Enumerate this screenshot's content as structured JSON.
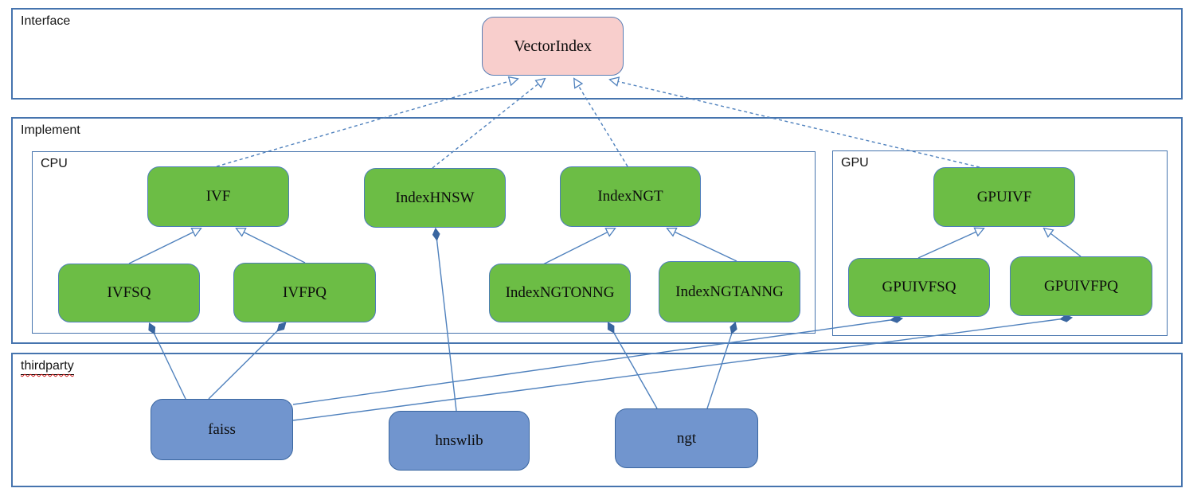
{
  "diagram": {
    "containers": {
      "interface": {
        "label": "Interface"
      },
      "implement": {
        "label": "Implement"
      },
      "cpu": {
        "label": "CPU"
      },
      "gpu": {
        "label": "GPU"
      },
      "thirdparty": {
        "label": "thirdparty"
      }
    },
    "nodes": {
      "vectorindex": {
        "label": "VectorIndex",
        "type": "interface"
      },
      "ivf": {
        "label": "IVF",
        "type": "cpu-implementation"
      },
      "indexhnsw": {
        "label": "IndexHNSW",
        "type": "cpu-implementation"
      },
      "indexngt": {
        "label": "IndexNGT",
        "type": "cpu-implementation"
      },
      "ivfsq": {
        "label": "IVFSQ",
        "type": "cpu-implementation"
      },
      "ivfpq": {
        "label": "IVFPQ",
        "type": "cpu-implementation"
      },
      "indexngtonng": {
        "label": "IndexNGTONNG",
        "type": "cpu-implementation"
      },
      "indexngtanng": {
        "label": "IndexNGTANNG",
        "type": "cpu-implementation"
      },
      "gpuivf": {
        "label": "GPUIVF",
        "type": "gpu-implementation"
      },
      "gpuivfsq": {
        "label": "GPUIVFSQ",
        "type": "gpu-implementation"
      },
      "gpuivfpq": {
        "label": "GPUIVFPQ",
        "type": "gpu-implementation"
      },
      "faiss": {
        "label": "faiss",
        "type": "thirdparty-library"
      },
      "hnswlib": {
        "label": "hnswlib",
        "type": "thirdparty-library"
      },
      "ngt": {
        "label": "ngt",
        "type": "thirdparty-library"
      }
    },
    "edges": [
      {
        "from": "ivf",
        "to": "vectorindex",
        "type": "realization-dashed-hollow-arrow"
      },
      {
        "from": "indexhnsw",
        "to": "vectorindex",
        "type": "realization-dashed-hollow-arrow"
      },
      {
        "from": "indexngt",
        "to": "vectorindex",
        "type": "realization-dashed-hollow-arrow"
      },
      {
        "from": "gpuivf",
        "to": "vectorindex",
        "type": "realization-dashed-hollow-arrow"
      },
      {
        "from": "ivfsq",
        "to": "ivf",
        "type": "generalization-hollow-arrow"
      },
      {
        "from": "ivfpq",
        "to": "ivf",
        "type": "generalization-hollow-arrow"
      },
      {
        "from": "indexngtonng",
        "to": "indexngt",
        "type": "generalization-hollow-arrow"
      },
      {
        "from": "indexngtanng",
        "to": "indexngt",
        "type": "generalization-hollow-arrow"
      },
      {
        "from": "gpuivfsq",
        "to": "gpuivf",
        "type": "generalization-hollow-arrow"
      },
      {
        "from": "gpuivfpq",
        "to": "gpuivf",
        "type": "generalization-hollow-arrow"
      },
      {
        "from": "ivfsq",
        "to": "faiss",
        "type": "composition-filled-diamond"
      },
      {
        "from": "ivfpq",
        "to": "faiss",
        "type": "composition-filled-diamond"
      },
      {
        "from": "indexhnsw",
        "to": "hnswlib",
        "type": "composition-filled-diamond"
      },
      {
        "from": "indexngtonng",
        "to": "ngt",
        "type": "composition-filled-diamond"
      },
      {
        "from": "indexngtanng",
        "to": "ngt",
        "type": "composition-filled-diamond"
      },
      {
        "from": "gpuivfsq",
        "to": "faiss",
        "type": "composition-filled-diamond"
      },
      {
        "from": "gpuivfpq",
        "to": "faiss",
        "type": "composition-filled-diamond"
      }
    ],
    "colors": {
      "implementation_fill": "#6cbd45",
      "interface_fill": "#f8cecc",
      "thirdparty_fill": "#7195ce",
      "line_stroke": "#4f81bd",
      "container_border": "#4674ae",
      "spellcheck_squiggle": "#cc1111",
      "text": "#0c0c0c"
    }
  }
}
